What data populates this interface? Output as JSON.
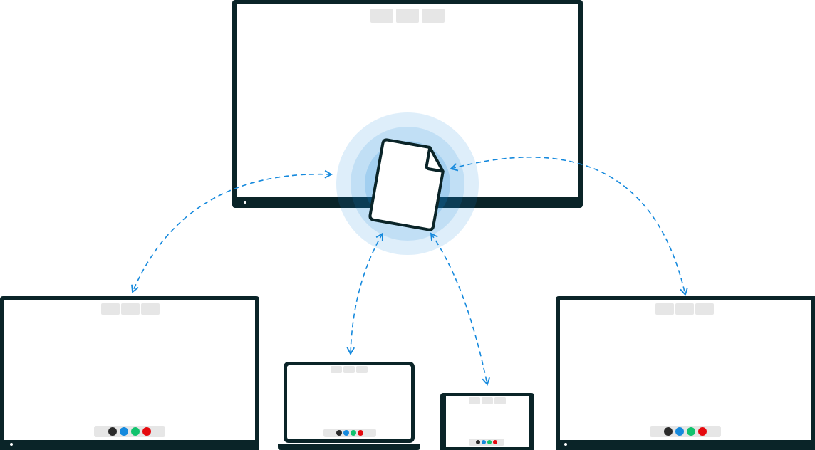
{
  "colors": {
    "device_frame": "#0a2428",
    "screen": "#ffffff",
    "tab_placeholder": "#e6e6e6",
    "arrow": "#1589dd",
    "halo": "#1589dd",
    "dock_dots": [
      "#2a2a2a",
      "#1589dd",
      "#11c26d",
      "#e5090e"
    ]
  },
  "icons": {
    "center": "document-icon",
    "devices": [
      "monitor-large",
      "monitor-left",
      "laptop",
      "tablet",
      "monitor-right"
    ]
  }
}
